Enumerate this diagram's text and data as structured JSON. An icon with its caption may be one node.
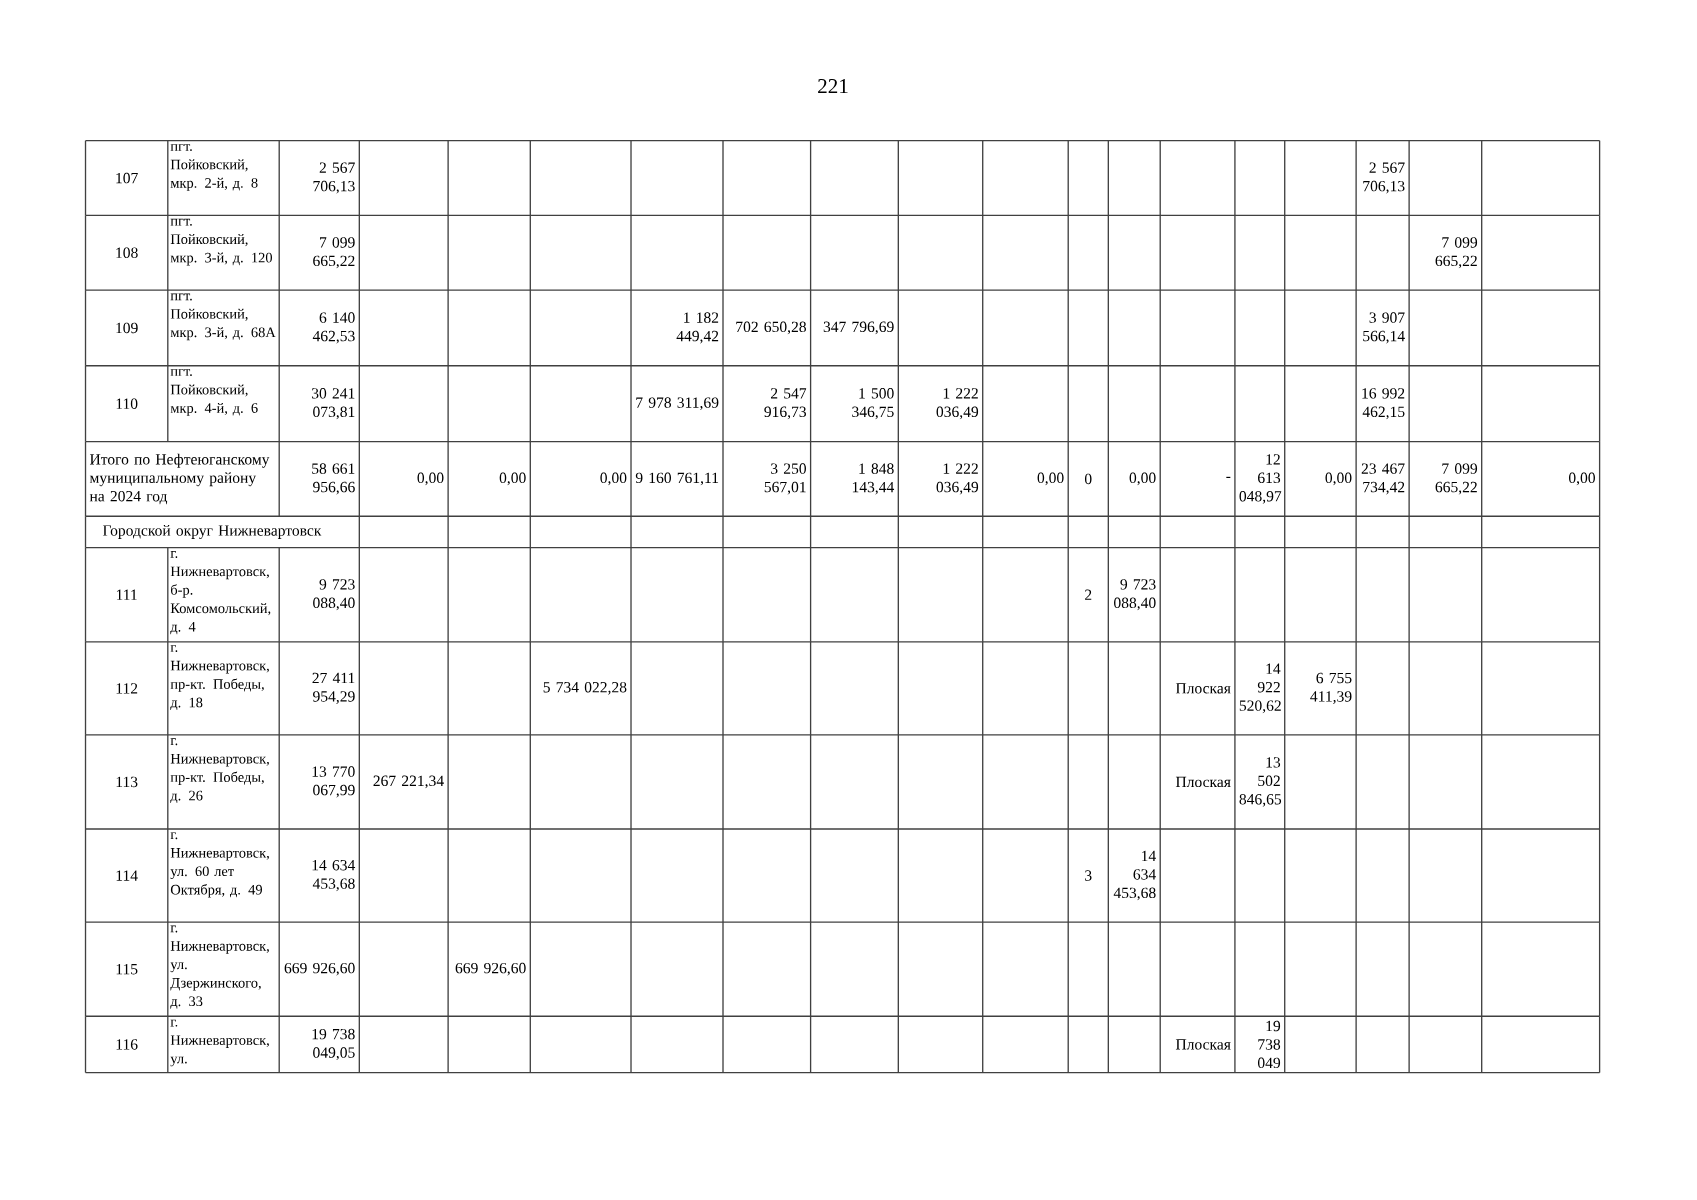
{
  "diagram": {
    "labels": [
      "221",
      "107",
      "пгт. Пойковский, мкр. 2-й, д. 8",
      "2 567 706,13",
      "2 567 706,13",
      "108",
      "пгт. Пойковский, мкр. 3-й, д. 120",
      "7 099 665,22",
      "7 099 665,22",
      "109",
      "пгт. Пойковский, мкр. 3-й, д. 68А",
      "6 140 462,53",
      "1 182 449,42",
      "702 650,28",
      "347 796,69",
      "3 907 566,14",
      "110",
      "пгт. Пойковский, мкр. 4-й, д. 6",
      "30 241 073,81",
      "7 978 311,69",
      "2 547 916,73",
      "1 500 346,75",
      "1 222 036,49",
      "16 992 462,15",
      "Итого по Нефтеюганскому муниципальному району на 2024 год",
      "58 661 956,66",
      "0,00",
      "0,00",
      "0,00",
      "9 160 761,11",
      "3 250 567,01",
      "1 848 143,44",
      "1 222 036,49",
      "0,00",
      "0",
      "0,00",
      "-",
      "12 613 048,97",
      "0,00",
      "23 467 734,42",
      "7 099 665,22",
      "0,00",
      "Городской округ Нижневартовск",
      "111",
      "г. Нижневартовск, б-р. Комсомольский, д. 4",
      "9 723 088,40",
      "2",
      "9 723 088,40",
      "112",
      "г. Нижневартовск, пр-кт. Победы, д. 18",
      "27 411 954,29",
      "5 734 022,28",
      "Плоская",
      "14 922 520,62",
      "6 755 411,39",
      "113",
      "г. Нижневартовск, пр-кт. Победы, д. 26",
      "13 770 067,99",
      "267 221,34",
      "Плоская",
      "13 502 846,65",
      "114",
      "г. Нижневартовск, ул. 60 лет Октября, д. 49",
      "14 634 453,68",
      "3",
      "14 634 453,68",
      "115",
      "г. Нижневартовск, ул. Дзержинского, д. 33",
      "669 926,60",
      "669 926,60",
      "116",
      "г. Нижневартовск, ул.",
      "19 738 049,05",
      "Плоская",
      "19 738 049"
    ]
  }
}
